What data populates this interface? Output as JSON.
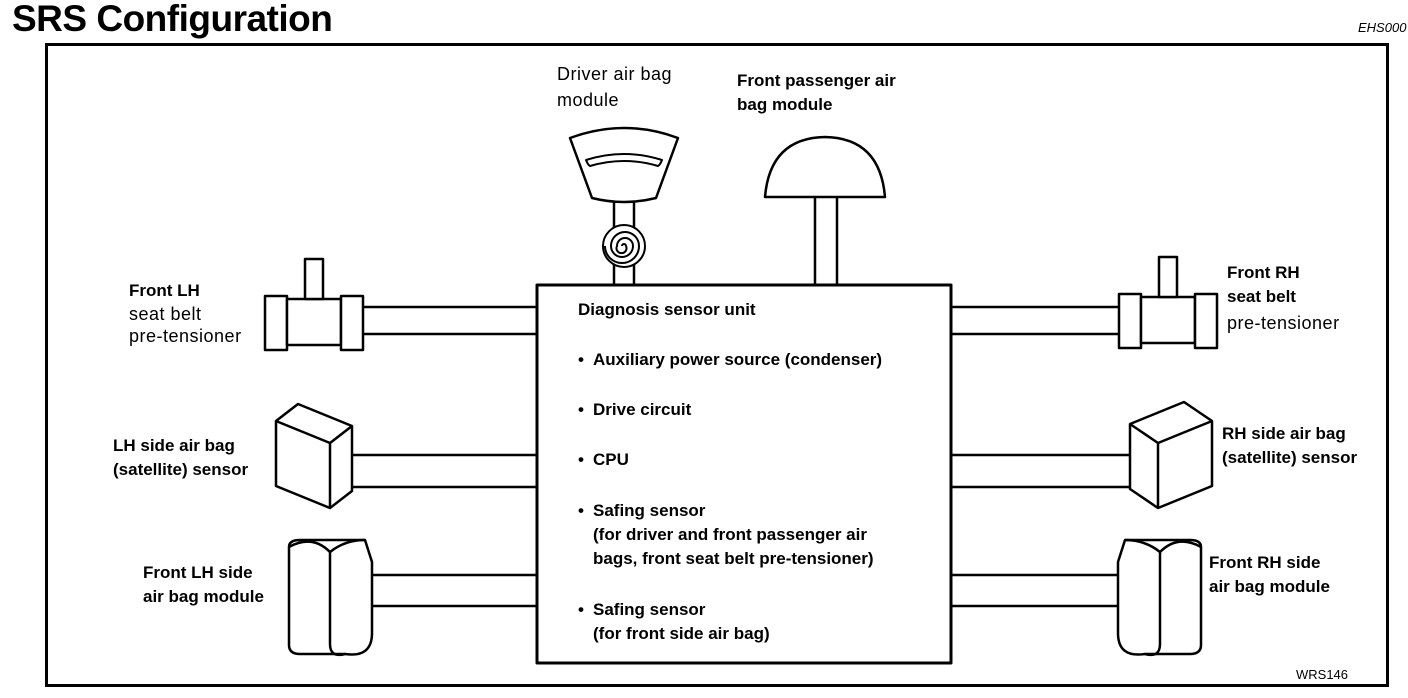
{
  "header": {
    "title": "SRS Configuration",
    "ref_code": "EHS000",
    "figure_code": "WRS146"
  },
  "diagram": {
    "labels": {
      "driver_airbag": "Driver air bag\nmodule",
      "passenger_airbag": "Front passenger air\nbag module",
      "front_lh_pretensioner_line1": "Front LH",
      "front_lh_pretensioner_line2": "seat belt",
      "front_lh_pretensioner_line3": "pre-tensioner",
      "front_rh_pretensioner_line1": "Front RH",
      "front_rh_pretensioner_line2": "seat belt",
      "front_rh_pretensioner_line3": "pre-tensioner",
      "lh_side_sensor": "LH side air bag\n(satellite) sensor",
      "rh_side_sensor": "RH side air bag\n(satellite) sensor",
      "front_lh_side_module": "Front LH side\nair bag module",
      "front_rh_side_module": "Front RH side\nair bag module"
    },
    "unit": {
      "title": "Diagnosis sensor unit",
      "bullet": "•",
      "items": [
        {
          "main": "Auxiliary power source (condenser)",
          "sub": ""
        },
        {
          "main": "Drive circuit",
          "sub": ""
        },
        {
          "main": "CPU",
          "sub": ""
        },
        {
          "main": "Safing sensor",
          "sub": "(for driver and front passenger air\nbags, front seat belt pre-tensioner)"
        },
        {
          "main": "Safing sensor",
          "sub": "(for front side air bag)"
        }
      ]
    }
  }
}
